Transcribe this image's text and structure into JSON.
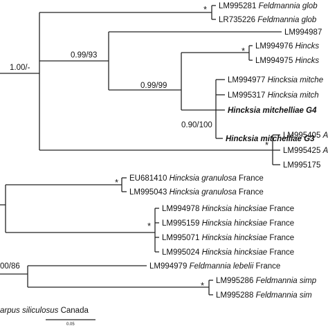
{
  "figure": {
    "taxa": [
      {
        "id": "t1",
        "acc": "LM995281",
        "name": "Feldmannia glob",
        "loc": ""
      },
      {
        "id": "t2",
        "acc": "LR735226",
        "name": "Feldmannia glob",
        "loc": ""
      },
      {
        "id": "t3",
        "acc": "LM994987",
        "name": "",
        "loc": ""
      },
      {
        "id": "t4",
        "acc": "LM994976",
        "name": "Hincks",
        "loc": ""
      },
      {
        "id": "t5",
        "acc": "LM994975",
        "name": "Hincks",
        "loc": ""
      },
      {
        "id": "t6",
        "acc": "LM994977",
        "name": "Hincksia mitche",
        "loc": ""
      },
      {
        "id": "t7",
        "acc": "LM995317",
        "name": "Hincksia mitch",
        "loc": ""
      },
      {
        "id": "t8",
        "acc": "",
        "name": "Hincksia mitchelliae G4",
        "loc": ""
      },
      {
        "id": "t9",
        "acc": "",
        "name": "Hincksia mitchelliae G3",
        "loc": ""
      },
      {
        "id": "t10",
        "acc": "LM995405",
        "name": "A",
        "loc": ""
      },
      {
        "id": "t11",
        "acc": "LM995425",
        "name": "A",
        "loc": ""
      },
      {
        "id": "t12",
        "acc": "LM995175",
        "name": "",
        "loc": ""
      },
      {
        "id": "t13",
        "acc": "EU681410",
        "name": "Hincksia granulosa",
        "loc": "France"
      },
      {
        "id": "t14",
        "acc": "LM995043",
        "name": "Hincksia granulosa",
        "loc": "France"
      },
      {
        "id": "t15",
        "acc": "LM994978",
        "name": "Hincksia hincksiae",
        "loc": "France"
      },
      {
        "id": "t16",
        "acc": "LM995159",
        "name": "Hincksia hincksiae",
        "loc": "France"
      },
      {
        "id": "t17",
        "acc": "LM995071",
        "name": "Hincksia hincksiae",
        "loc": "France"
      },
      {
        "id": "t18",
        "acc": "LM995024",
        "name": "Hincksia hincksiae",
        "loc": "France"
      },
      {
        "id": "t19",
        "acc": "LM994979",
        "name": "Feldmannia lebelii",
        "loc": "France"
      },
      {
        "id": "t20",
        "acc": "LM995286",
        "name": "Feldmannia simp",
        "loc": ""
      },
      {
        "id": "t21",
        "acc": "LM995288",
        "name": "Feldmannia sim",
        "loc": ""
      },
      {
        "id": "t22",
        "acc": "",
        "name": "arpus siliculosus",
        "loc": "Canada"
      }
    ],
    "support": {
      "root": "1.00/-",
      "clade_a": "0.99/93",
      "clade_b": "0.99/99",
      "clade_c": "0.90/100",
      "lower": "00/86",
      "star": "*"
    },
    "scale_bar": "0.05"
  }
}
